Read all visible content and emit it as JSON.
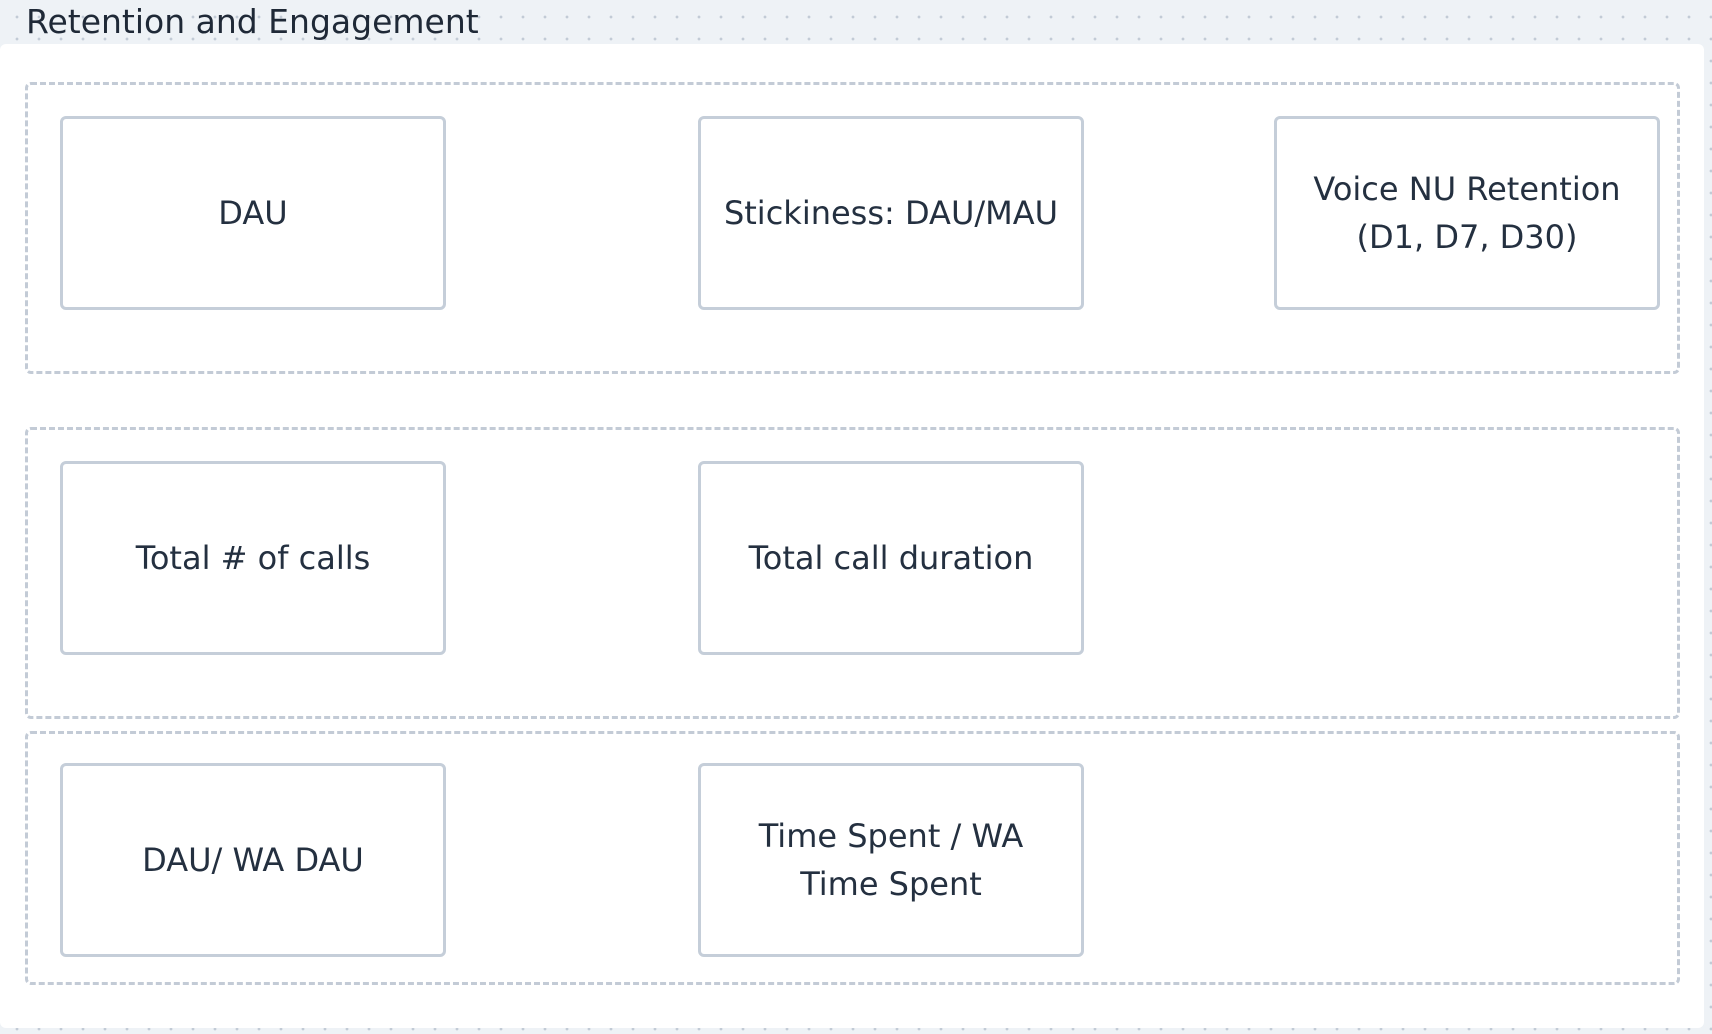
{
  "section": {
    "title": "Retention and Engagement"
  },
  "groups": [
    {
      "cards": [
        {
          "label": "DAU"
        },
        {
          "label": "Stickiness: DAU/MAU"
        },
        {
          "label": "Voice NU Retention\n(D1, D7, D30)"
        }
      ]
    },
    {
      "cards": [
        {
          "label": "Total # of calls"
        },
        {
          "label": "Total call duration"
        }
      ]
    },
    {
      "cards": [
        {
          "label": "DAU/ WA DAU"
        },
        {
          "label": "Time Spent / WA\nTime Spent"
        }
      ]
    }
  ]
}
